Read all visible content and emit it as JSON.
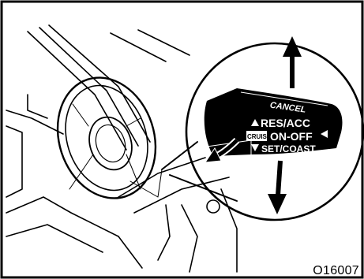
{
  "figure": {
    "code": "O16007",
    "lever": {
      "cancel": "CANCEL",
      "res_acc": "RES/ACC",
      "cruise": "CRUISE",
      "on_off": "ON-OFF",
      "set_coast": "SET/COAST"
    },
    "icons": [
      "arrow-up-icon",
      "arrow-down-icon",
      "arrow-pull-icon"
    ]
  }
}
